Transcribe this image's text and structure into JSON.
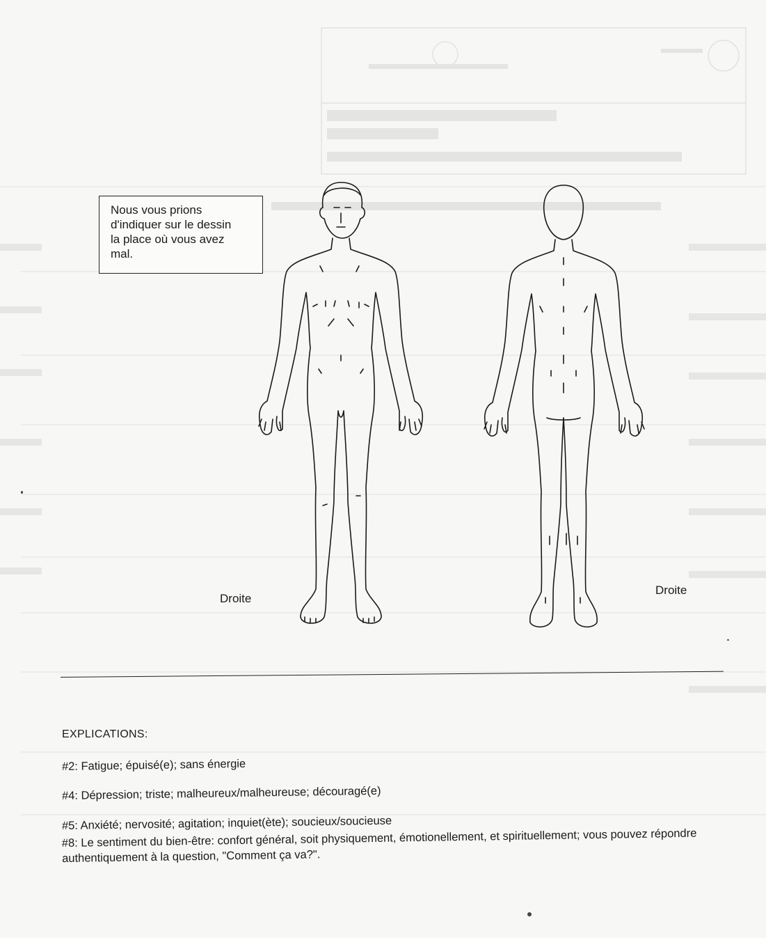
{
  "instruction": {
    "line1": "Nous vous prions",
    "line2": "d'indiquer sur le dessin",
    "line3": "la place où vous avez",
    "line4": "mal."
  },
  "figures": {
    "front_label": "Droite",
    "back_label": "Droite"
  },
  "explanations": {
    "heading": "EXPLICATIONS:",
    "items": [
      "#2: Fatigue; épuisé(e); sans énergie",
      "#4: Dépression; triste; malheureux/malheureuse; découragé(e)",
      "#5: Anxiété; nervosité; agitation; inquiet(ète); soucieux/soucieuse",
      "#8: Le sentiment du bien-être: confort général, soit physiquement, émotionellement, et spirituellement; vous pouvez répondre authentiquement à la question, \"Comment ça va?\"."
    ]
  }
}
